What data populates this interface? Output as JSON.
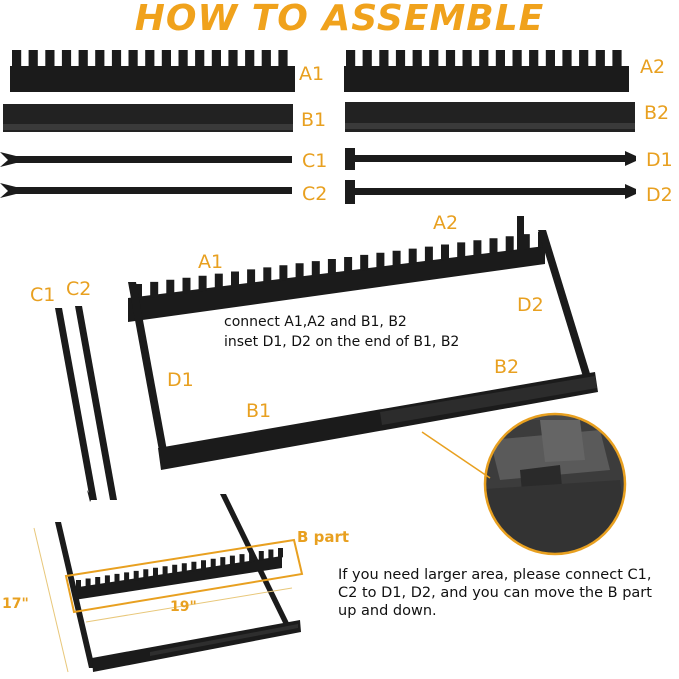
{
  "title": "HOW TO ASSEMBLE",
  "parts": {
    "A1": "A1",
    "A2": "A2",
    "B1": "B1",
    "B2": "B2",
    "C1": "C1",
    "C2": "C2",
    "D1": "D1",
    "D2": "D2"
  },
  "assembly": {
    "instruction_line1": "connect A1,A2 and B1, B2",
    "instruction_line2": "inset D1, D2 on the end of B1, B2",
    "label_A1": "A1",
    "label_A2": "A2",
    "label_B1": "B1",
    "label_B2": "B2",
    "label_C1": "C1",
    "label_C2": "C2",
    "label_D1": "D1",
    "label_D2": "D2"
  },
  "extension": {
    "b_part_label": "B part",
    "width_dim": "19\"",
    "height_dim": "17\"",
    "note": "If you need larger area, please connect C1, C2 to D1, D2, and you can move the B part up and down."
  },
  "colors": {
    "accent": "#f0a21c",
    "part": "#1a1a1a"
  }
}
